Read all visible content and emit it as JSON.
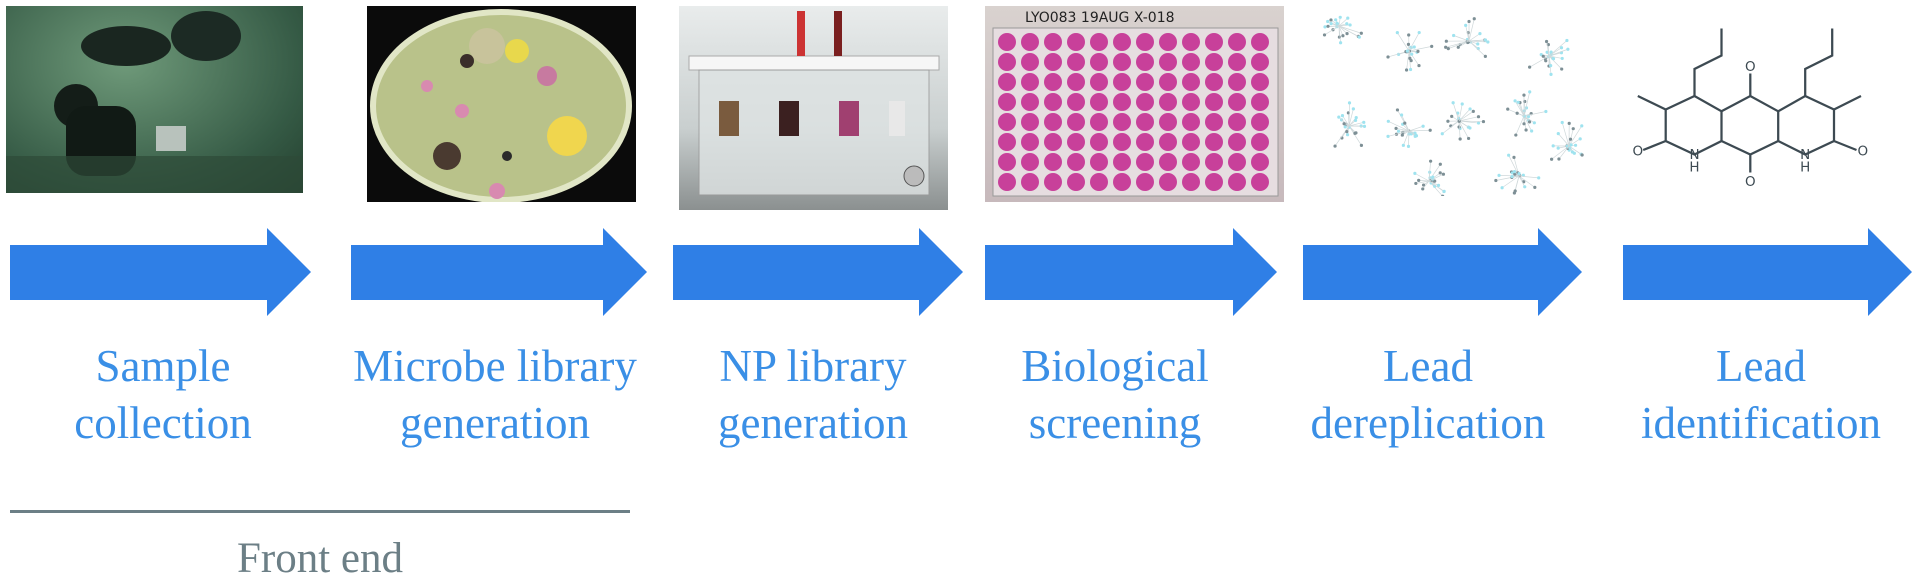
{
  "steps": [
    {
      "label_line1": "Sample",
      "label_line2": "collection",
      "image": "divers-underwater-photo"
    },
    {
      "label_line1": "Microbe library",
      "label_line2": "generation",
      "image": "petri-dish-colonies-photo"
    },
    {
      "label_line1": "NP library",
      "label_line2": "generation",
      "image": "spe-manifold-photo"
    },
    {
      "label_line1": "Biological",
      "label_line2": "screening",
      "image": "96-well-plate-photo"
    },
    {
      "label_line1": "Lead",
      "label_line2": "dereplication",
      "image": "molecular-network"
    },
    {
      "label_line1": "Lead",
      "label_line2": "identification",
      "image": "chemical-structure"
    }
  ],
  "plate_handwriting": "LYO083 19AUG X-018",
  "chem_atoms": {
    "oxygen": "O",
    "nh": "N",
    "h": "H"
  },
  "bracket": {
    "label": "Front end"
  },
  "colors": {
    "arrow": "#2f7fe6",
    "label": "#3a8fe6",
    "bracket": "#6c7f86",
    "well": "#c8409a"
  }
}
